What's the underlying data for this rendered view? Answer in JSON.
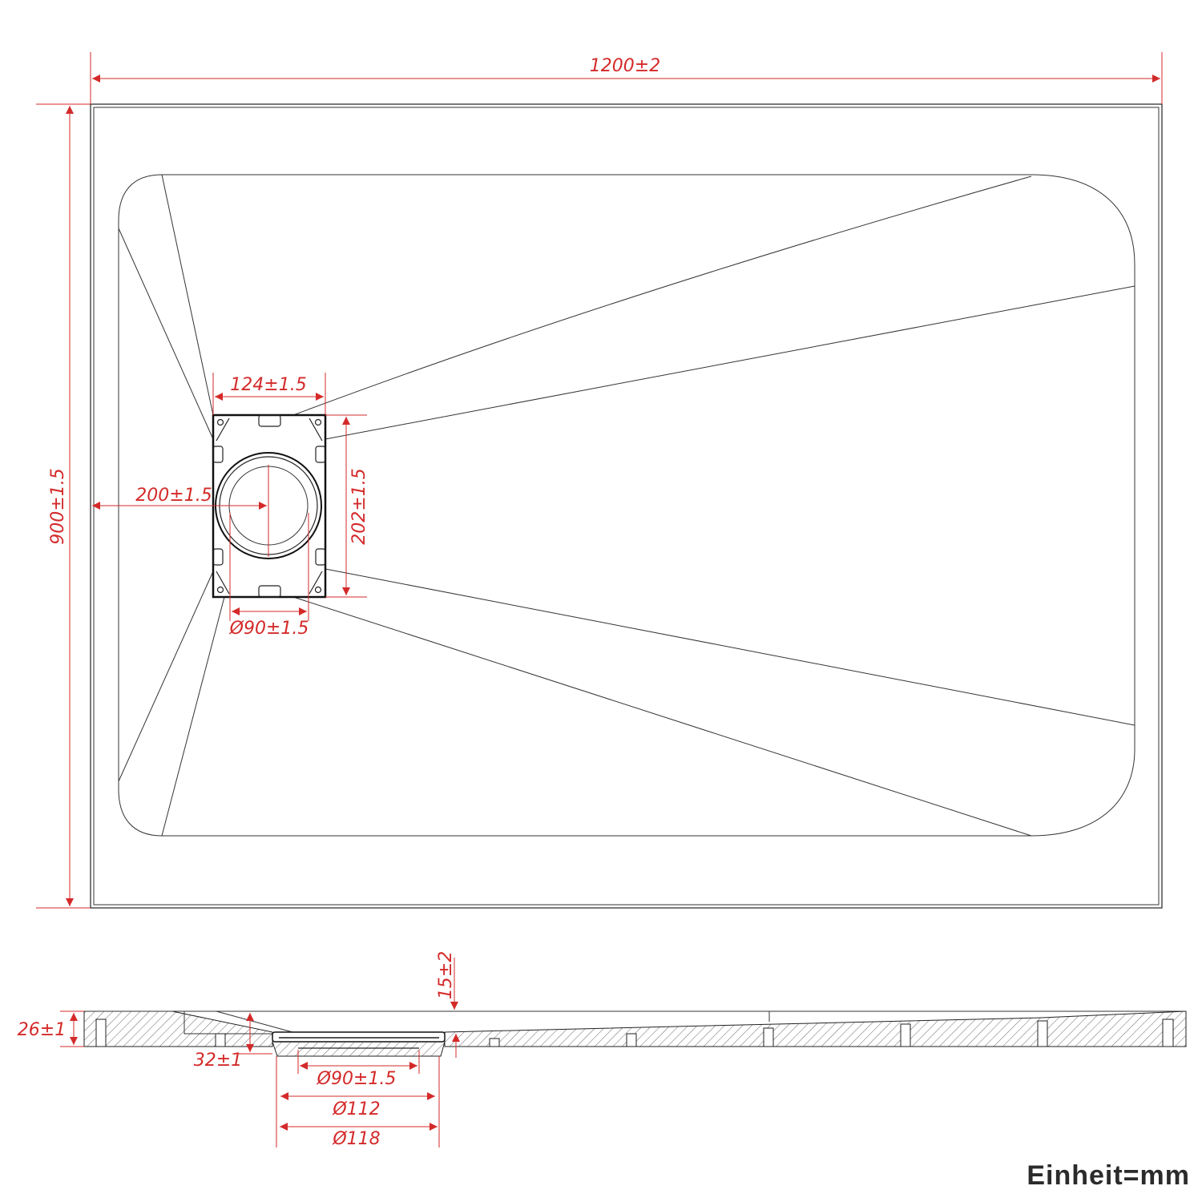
{
  "drawing": {
    "top_view": {
      "width_dim": "1200±2",
      "height_dim": "900±1.5",
      "drain_width_dim": "124±1.5",
      "drain_height_dim": "202±1.5",
      "drain_offset_dim": "200±1.5",
      "drain_outlet_dim": "Ø90±1.5"
    },
    "section_view": {
      "tray_height_dim": "26±1",
      "drain_height_dim": "32±1",
      "recess_dim": "15±2",
      "outlet_inner_dim": "Ø90±1.5",
      "outlet_mid_dim": "Ø112",
      "outlet_outer_dim": "Ø118"
    },
    "unit_label": "Einheit=mm",
    "colors": {
      "dimension": "#d42a2a",
      "outline": "#222222"
    }
  }
}
